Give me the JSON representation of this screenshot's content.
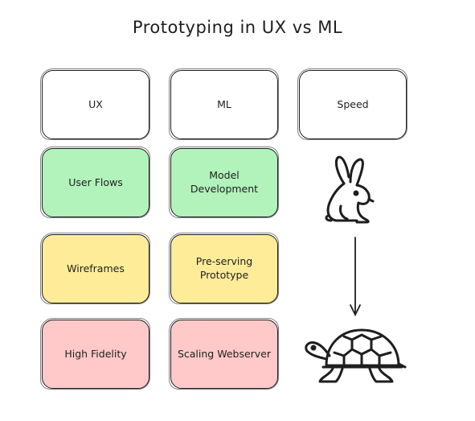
{
  "title": "Prototyping in UX vs ML",
  "headers": {
    "ux": "UX",
    "ml": "ML",
    "speed": "Speed"
  },
  "rows": [
    {
      "ux": "User Flows",
      "ml": "Model Development",
      "color": "#b2f2bb"
    },
    {
      "ux": "Wireframes",
      "ml": "Pre-serving Prototype",
      "color": "#ffec99"
    },
    {
      "ux": "High Fidelity",
      "ml": "Scaling Webserver",
      "color": "#ffc9c9"
    }
  ],
  "speed_icons": {
    "fast": "rabbit-icon",
    "slow": "turtle-icon",
    "connector": "arrow-down-icon"
  }
}
